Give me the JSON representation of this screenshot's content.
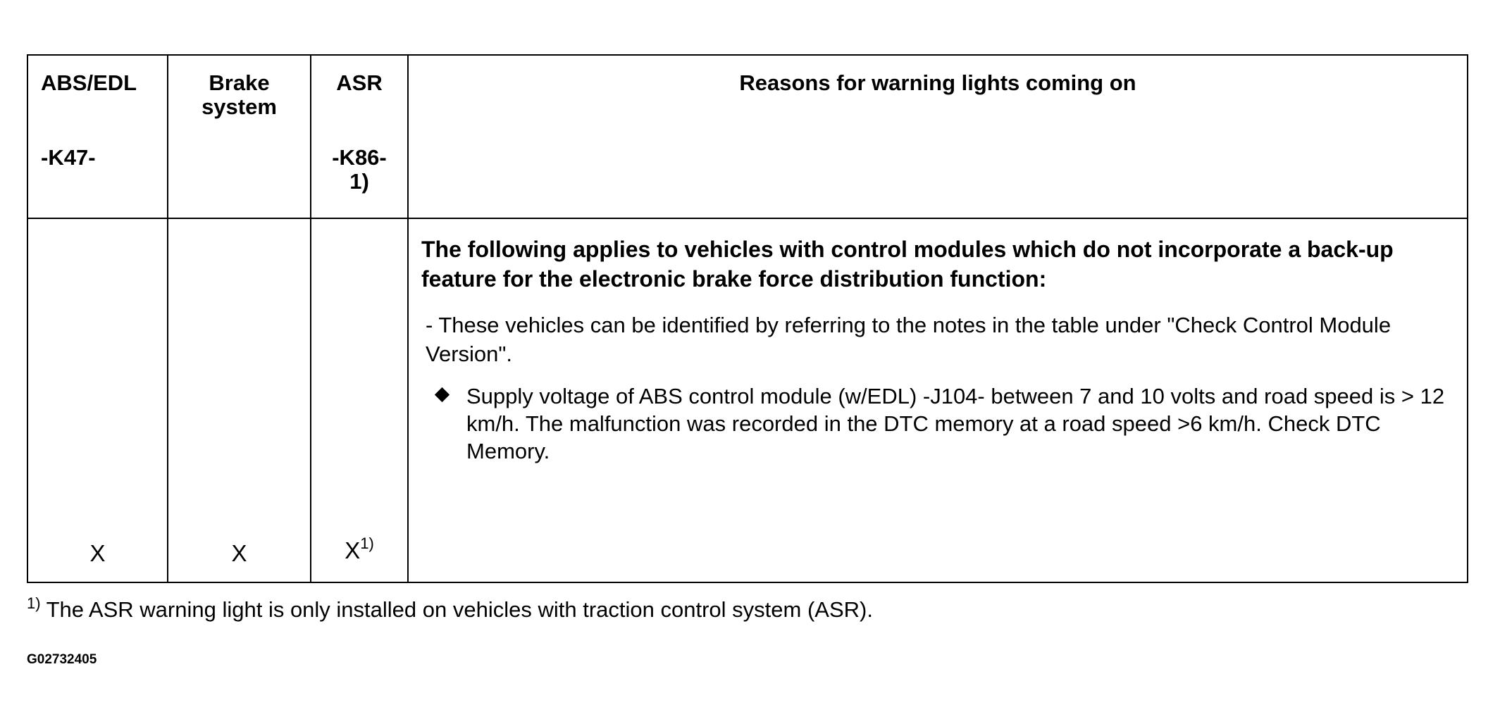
{
  "table": {
    "headers": {
      "abs_edl": {
        "title": "ABS/EDL",
        "code": "-K47-"
      },
      "brake": {
        "title_line1": "Brake",
        "title_line2": "system"
      },
      "asr": {
        "title": "ASR",
        "code_line1": "-K86-",
        "code_line2": "1)"
      },
      "reasons": {
        "title": "Reasons for warning lights coming on"
      }
    },
    "row": {
      "abs_edl_mark": "X",
      "brake_mark": "X",
      "asr_mark": "X",
      "asr_mark_footnote": "1)",
      "intro": "The following applies to vehicles with control modules which do not incorporate a back-up feature for the electronic brake force distribution function:",
      "note": "- These vehicles can be identified by referring to the notes in the table under \"Check Control Module Version\".",
      "bullets": [
        "Supply voltage of ABS control module (w/EDL) -J104- between 7 and 10 volts and road speed is > 12 km/h. The malfunction was recorded in the DTC memory at a road speed >6 km/h. Check DTC Memory."
      ]
    }
  },
  "footnote": {
    "marker": "1)",
    "text": " The ASR warning light is only installed on vehicles with traction control system (ASR)."
  },
  "figure_id": "G02732405"
}
